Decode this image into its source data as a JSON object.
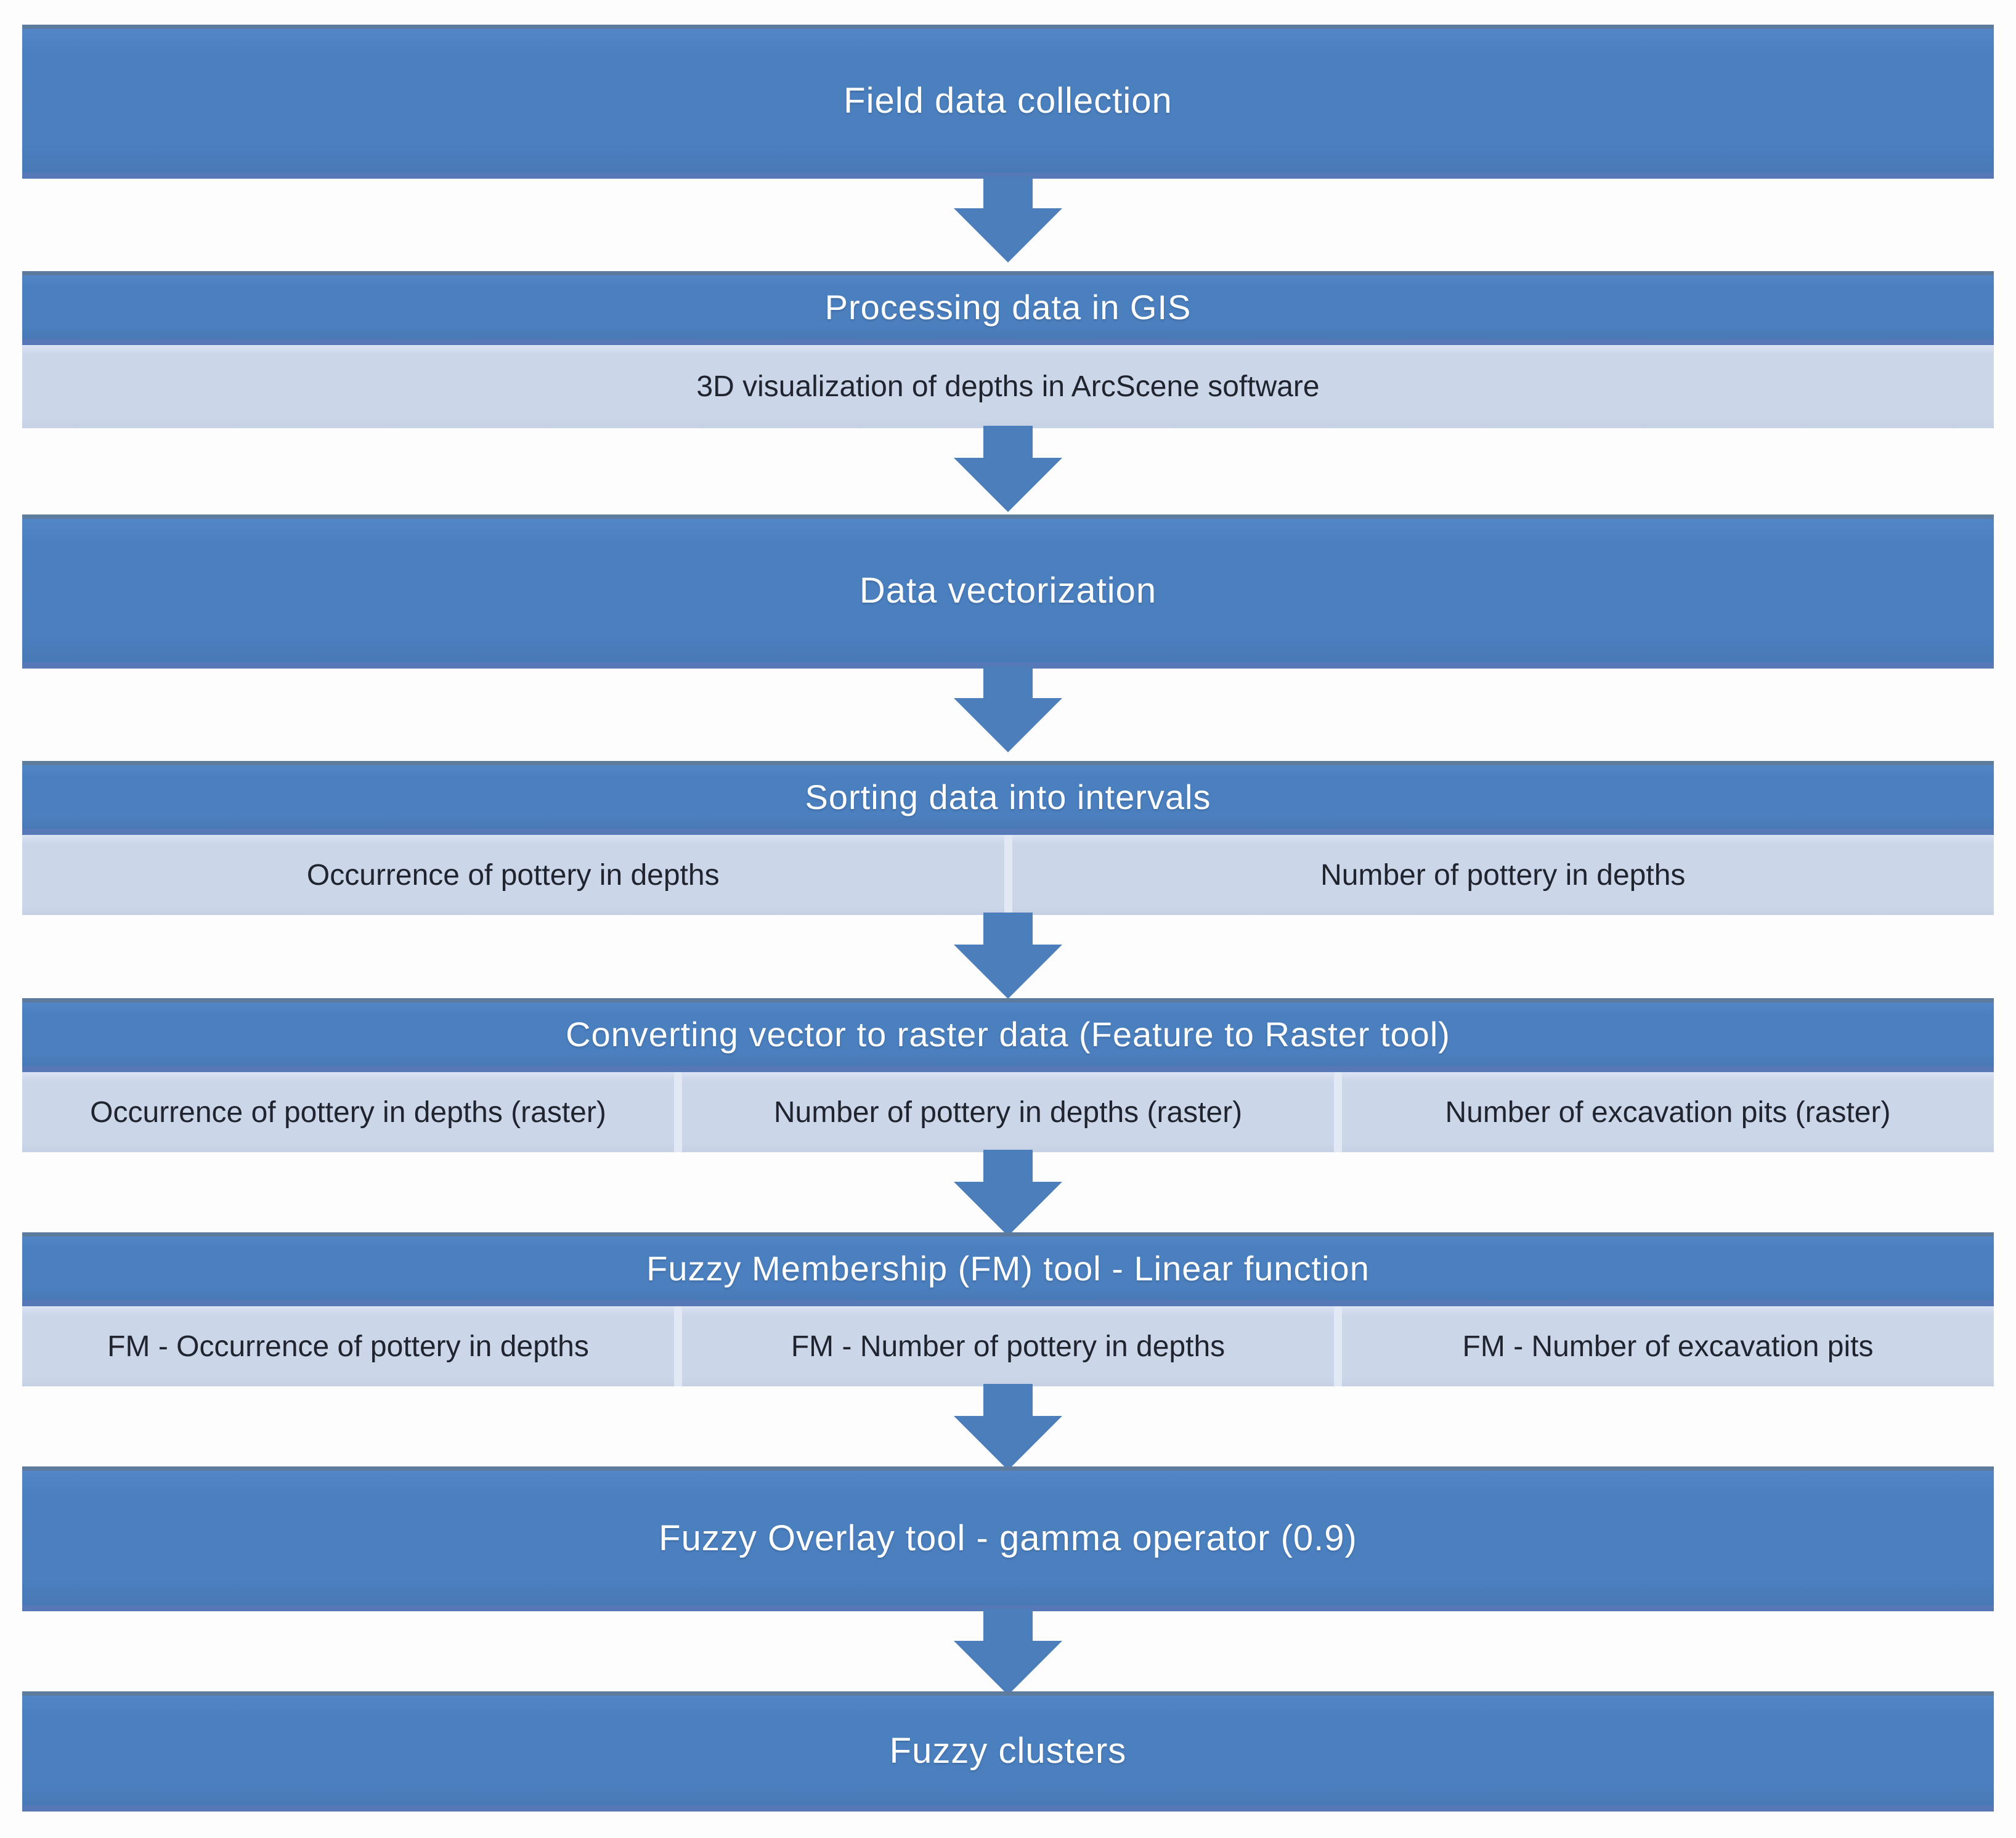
{
  "flowchart": {
    "background_color": "#fdfdfe",
    "header_blue": "#4b80c0",
    "subrow_light_blue": "#ccd6e9",
    "arrow_blue": "#4d7ebc",
    "header_text_color": "#ffffff",
    "subrow_text_color": "#1f242e",
    "steps": [
      {
        "title": "Field data collection",
        "children": []
      },
      {
        "title": "Processing data in GIS",
        "children": [
          "3D visualization of depths in ArcScene software"
        ]
      },
      {
        "title": "Data vectorization",
        "children": []
      },
      {
        "title": "Sorting data into intervals",
        "children": [
          "Occurrence of pottery in depths",
          "Number of pottery in depths"
        ]
      },
      {
        "title": "Converting vector to raster data (Feature to Raster tool)",
        "children": [
          "Occurrence of pottery in depths (raster)",
          "Number of pottery in depths (raster)",
          "Number of excavation pits (raster)"
        ]
      },
      {
        "title": "Fuzzy Membership (FM) tool - Linear function",
        "children": [
          "FM - Occurrence of pottery in depths",
          "FM - Number of pottery in depths",
          "FM - Number of excavation pits"
        ]
      },
      {
        "title": "Fuzzy Overlay tool - gamma operator (0.9)",
        "children": []
      },
      {
        "title": "Fuzzy clusters",
        "children": []
      }
    ]
  }
}
